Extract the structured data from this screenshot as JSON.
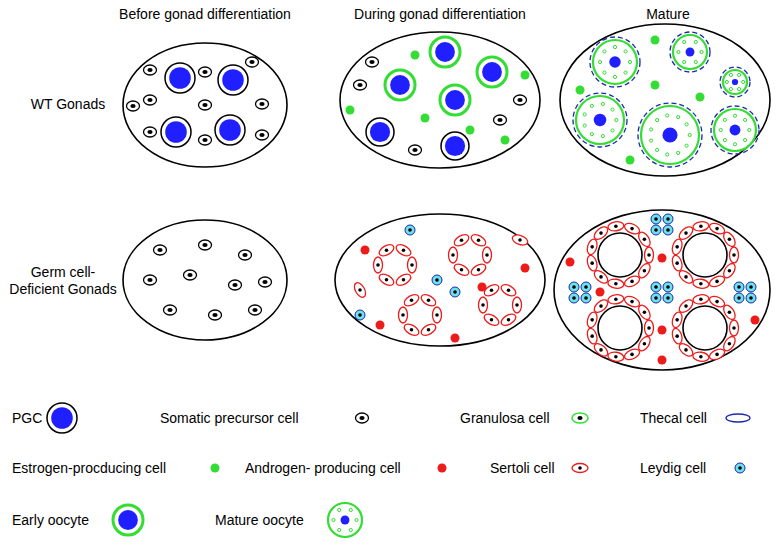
{
  "diagram": {
    "labels": [
      "Before gonad differentiation",
      "During gonad differentiation",
      "Mature",
      "WT Gonads",
      "Germ cell- Deficient Gonads"
    ],
    "legend": [
      {
        "text": "PGC"
      },
      {
        "text": "Somatic precursor cell"
      },
      {
        "text": "Granulosa cell"
      },
      {
        "text": "Thecal cell"
      },
      {
        "text": "Estrogen-procducing cell"
      },
      {
        "text": "Androgen- producing cell"
      },
      {
        "text": "Sertoli cell"
      },
      {
        "text": "Leydig cell"
      },
      {
        "text": "Early oocyte"
      },
      {
        "text": "Mature oocyte"
      }
    ]
  }
}
